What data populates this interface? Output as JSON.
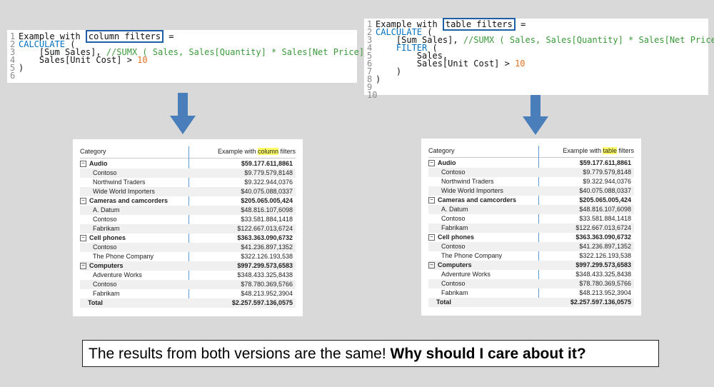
{
  "left_code": {
    "lines": [
      {
        "n": "1",
        "parts": [
          [
            "plain",
            "Example with "
          ],
          [
            "hl",
            "column filters"
          ],
          [
            "plain",
            " ="
          ]
        ]
      },
      {
        "n": "2",
        "parts": [
          [
            "kw",
            "CALCULATE"
          ],
          [
            "plain",
            " ("
          ]
        ]
      },
      {
        "n": "3",
        "parts": [
          [
            "plain",
            "    [Sum Sales], "
          ],
          [
            "cm",
            "//SUMX ( Sales, Sales[Quantity] * Sales[Net Price] )"
          ]
        ]
      },
      {
        "n": "4",
        "parts": [
          [
            "plain",
            "    Sales[Unit Cost] > "
          ],
          [
            "nm",
            "10"
          ]
        ]
      },
      {
        "n": "5",
        "parts": [
          [
            "plain",
            ")"
          ]
        ]
      },
      {
        "n": "6",
        "parts": []
      }
    ]
  },
  "right_code": {
    "lines": [
      {
        "n": "1",
        "parts": [
          [
            "plain",
            "Example with "
          ],
          [
            "hl",
            "table filters"
          ],
          [
            "plain",
            " ="
          ]
        ]
      },
      {
        "n": "2",
        "parts": [
          [
            "kw",
            "CALCULATE"
          ],
          [
            "plain",
            " ("
          ]
        ]
      },
      {
        "n": "3",
        "parts": [
          [
            "plain",
            "    [Sum Sales], "
          ],
          [
            "cm",
            "//SUMX ( Sales, Sales[Quantity] * Sales[Net Price] )"
          ]
        ]
      },
      {
        "n": "4",
        "parts": [
          [
            "plain",
            "    "
          ],
          [
            "kw",
            "FILTER"
          ],
          [
            "plain",
            " ("
          ]
        ]
      },
      {
        "n": "5",
        "parts": [
          [
            "plain",
            "        Sales,"
          ]
        ]
      },
      {
        "n": "6",
        "parts": [
          [
            "plain",
            "        Sales[Unit Cost] > "
          ],
          [
            "nm",
            "10"
          ]
        ]
      },
      {
        "n": "7",
        "parts": [
          [
            "plain",
            "    )"
          ]
        ]
      },
      {
        "n": "8",
        "parts": [
          [
            "plain",
            ")"
          ]
        ]
      },
      {
        "n": "9",
        "parts": []
      },
      {
        "n": "10",
        "parts": []
      }
    ]
  },
  "left_table": {
    "col1": "Category",
    "col2_pre": "Example with ",
    "col2_mark": "column",
    "col2_post": " filters",
    "rows": [
      {
        "type": "group",
        "label": "Audio",
        "value": "$59.177.611,8861"
      },
      {
        "type": "item",
        "label": "Contoso",
        "value": "$9.779.579,8148"
      },
      {
        "type": "item",
        "label": "Northwind Traders",
        "value": "$9.322.944,0376"
      },
      {
        "type": "item",
        "label": "Wide World Importers",
        "value": "$40.075.088,0337"
      },
      {
        "type": "group",
        "label": "Cameras and camcorders",
        "value": "$205.065.005,424"
      },
      {
        "type": "item",
        "label": "A. Datum",
        "value": "$48.816.107,6098"
      },
      {
        "type": "item",
        "label": "Contoso",
        "value": "$33.581.884,1418"
      },
      {
        "type": "item",
        "label": "Fabrikam",
        "value": "$122.667.013,6724"
      },
      {
        "type": "group",
        "label": "Cell phones",
        "value": "$363.363.090,6732"
      },
      {
        "type": "item",
        "label": "Contoso",
        "value": "$41.236.897,1352"
      },
      {
        "type": "item",
        "label": "The Phone Company",
        "value": "$322.126.193,538"
      },
      {
        "type": "group",
        "label": "Computers",
        "value": "$997.299.573,6583"
      },
      {
        "type": "item",
        "label": "Adventure Works",
        "value": "$348.433.325,8438"
      },
      {
        "type": "item",
        "label": "Contoso",
        "value": "$78.780.369,5766"
      },
      {
        "type": "item",
        "label": "Fabrikam",
        "value": "$48.213.952,3904"
      },
      {
        "type": "total",
        "label": "Total",
        "value": "$2.257.597.136,0575"
      }
    ]
  },
  "right_table": {
    "col1": "Category",
    "col2_pre": "Example with ",
    "col2_mark": "table",
    "col2_post": " filters",
    "rows": [
      {
        "type": "group",
        "label": "Audio",
        "value": "$59.177.611,8861"
      },
      {
        "type": "item",
        "label": "Contoso",
        "value": "$9.779.579,8148"
      },
      {
        "type": "item",
        "label": "Northwind Traders",
        "value": "$9.322.944,0376"
      },
      {
        "type": "item",
        "label": "Wide World Importers",
        "value": "$40.075.088,0337"
      },
      {
        "type": "group",
        "label": "Cameras and camcorders",
        "value": "$205.065.005,424"
      },
      {
        "type": "item",
        "label": "A. Datum",
        "value": "$48.816.107,6098"
      },
      {
        "type": "item",
        "label": "Contoso",
        "value": "$33.581.884,1418"
      },
      {
        "type": "item",
        "label": "Fabrikam",
        "value": "$122.667.013,6724"
      },
      {
        "type": "group",
        "label": "Cell phones",
        "value": "$363.363.090,6732"
      },
      {
        "type": "item",
        "label": "Contoso",
        "value": "$41.236.897,1352"
      },
      {
        "type": "item",
        "label": "The Phone Company",
        "value": "$322.126.193,538"
      },
      {
        "type": "group",
        "label": "Computers",
        "value": "$997.299.573,6583"
      },
      {
        "type": "item",
        "label": "Adventure Works",
        "value": "$348.433.325,8438"
      },
      {
        "type": "item",
        "label": "Contoso",
        "value": "$78.780.369,5766"
      },
      {
        "type": "item",
        "label": "Fabrikam",
        "value": "$48.213.952,3904"
      },
      {
        "type": "total",
        "label": "Total",
        "value": "$2.257.597.136,0575"
      }
    ]
  },
  "caption": {
    "normal": "The results from both versions are the same! ",
    "bold": "Why should I care about it?"
  },
  "colors": {
    "arrow": "#4a7ebb",
    "highlight_box": "#1f5fa8",
    "keyword": "#0070c0",
    "comment": "#3a9a3a",
    "number": "#e07020",
    "mark": "#ffff66"
  }
}
